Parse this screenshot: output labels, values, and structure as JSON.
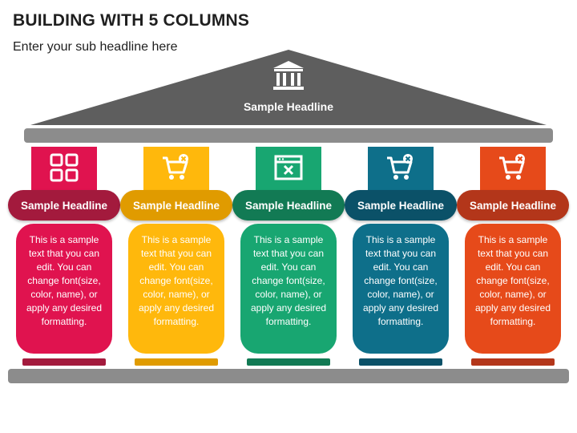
{
  "page": {
    "title": "BUILDING WITH 5 COLUMNS",
    "subtitle": "Enter your sub headline here"
  },
  "roof": {
    "headline": "Sample Headline",
    "icon": "bank-building-icon",
    "color": "#5a5a5a"
  },
  "columns": [
    {
      "headline": "Sample Headline",
      "text": "This is a sample text that you can edit. You can change font(size, color, name), or apply any desired formatting.",
      "icon": "grid-apps-icon",
      "cap_color": "#e0134f",
      "dark_color": "#a31a3d",
      "body_color": "#e0134f"
    },
    {
      "headline": "Sample Headline",
      "text": "This is a sample text that you can edit. You can change font(size, color, name), or apply any desired formatting.",
      "icon": "cart-remove-icon",
      "cap_color": "#ffb80c",
      "dark_color": "#e09b00",
      "body_color": "#ffb80c"
    },
    {
      "headline": "Sample Headline",
      "text": "This is a sample text that you can edit. You can change font(size, color, name), or apply any desired formatting.",
      "icon": "browser-close-icon",
      "cap_color": "#18a671",
      "dark_color": "#127a54",
      "body_color": "#18a671"
    },
    {
      "headline": "Sample Headline",
      "text": "This is a sample text that you can edit. You can change font(size, color, name), or apply any desired formatting.",
      "icon": "cart-remove-icon",
      "cap_color": "#0e6f8a",
      "dark_color": "#0b5168",
      "body_color": "#0e6f8a"
    },
    {
      "headline": "Sample Headline",
      "text": "This is a sample text that you can edit. You can change font(size, color, name), or apply any desired formatting.",
      "icon": "cart-remove-icon",
      "cap_color": "#e64a1a",
      "dark_color": "#b3361a",
      "body_color": "#e64a1a"
    }
  ],
  "base_color": "#8a8a8a"
}
